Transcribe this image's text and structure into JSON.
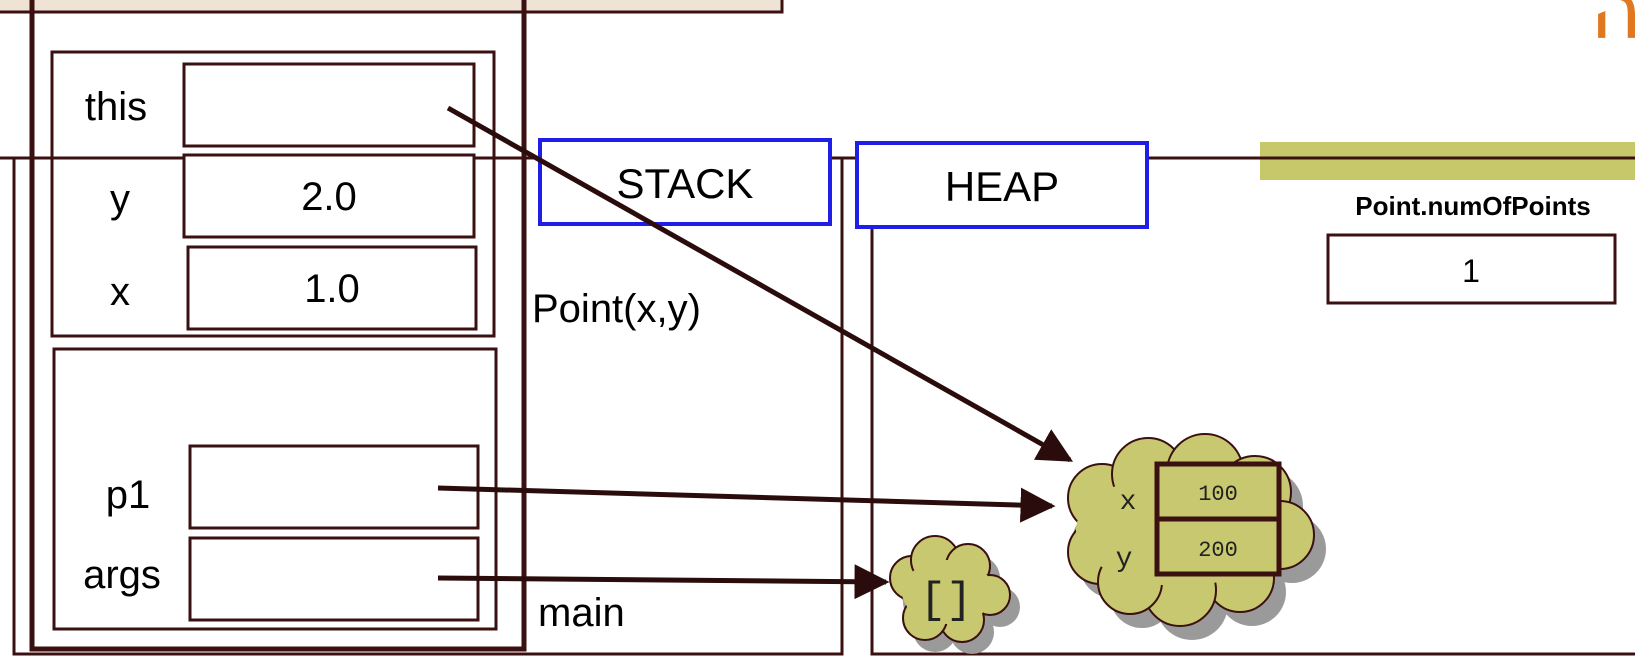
{
  "header": {
    "title_fragment": "בנץ הוא זה",
    "accent_color": "#e07820",
    "band_color": "#c6c86a"
  },
  "stack": {
    "label": "STACK",
    "frames": [
      {
        "name": "Point(x,y)",
        "vars": [
          {
            "name": "this",
            "value": ""
          },
          {
            "name": "y",
            "value": "2.0"
          },
          {
            "name": "x",
            "value": "1.0"
          }
        ]
      },
      {
        "name": "main",
        "vars": [
          {
            "name": "p1",
            "value": ""
          },
          {
            "name": "args",
            "value": ""
          }
        ]
      }
    ]
  },
  "heap": {
    "label": "HEAP",
    "objects": [
      {
        "fields": [
          {
            "name": "x",
            "value": "100"
          },
          {
            "name": "y",
            "value": "200"
          }
        ]
      },
      {
        "text": "[]"
      }
    ]
  },
  "static_field": {
    "label": "Point.numOfPoints",
    "value": "1"
  },
  "colors": {
    "frame": "#3a1010",
    "label_box_border": "#1e1ee6",
    "cloud_fill": "#c8c870",
    "cloud_shadow": "#9a9a9a"
  }
}
